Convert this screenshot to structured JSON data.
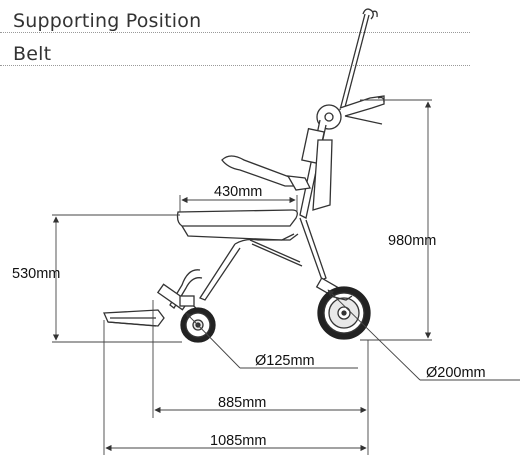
{
  "headers": {
    "supporting_position": "Supporting Position",
    "belt": "Belt"
  },
  "dimensions": {
    "seat_depth": "430mm",
    "seat_height": "530mm",
    "overall_height": "980mm",
    "front_wheel": "Ø125mm",
    "rear_wheel": "Ø200mm",
    "wheelbase": "885mm",
    "overall_length": "1085mm"
  },
  "colors": {
    "line": "#333333",
    "dimension_line": "#444444",
    "wheel_hub": "#e8e8e8",
    "tire": "#222222"
  }
}
